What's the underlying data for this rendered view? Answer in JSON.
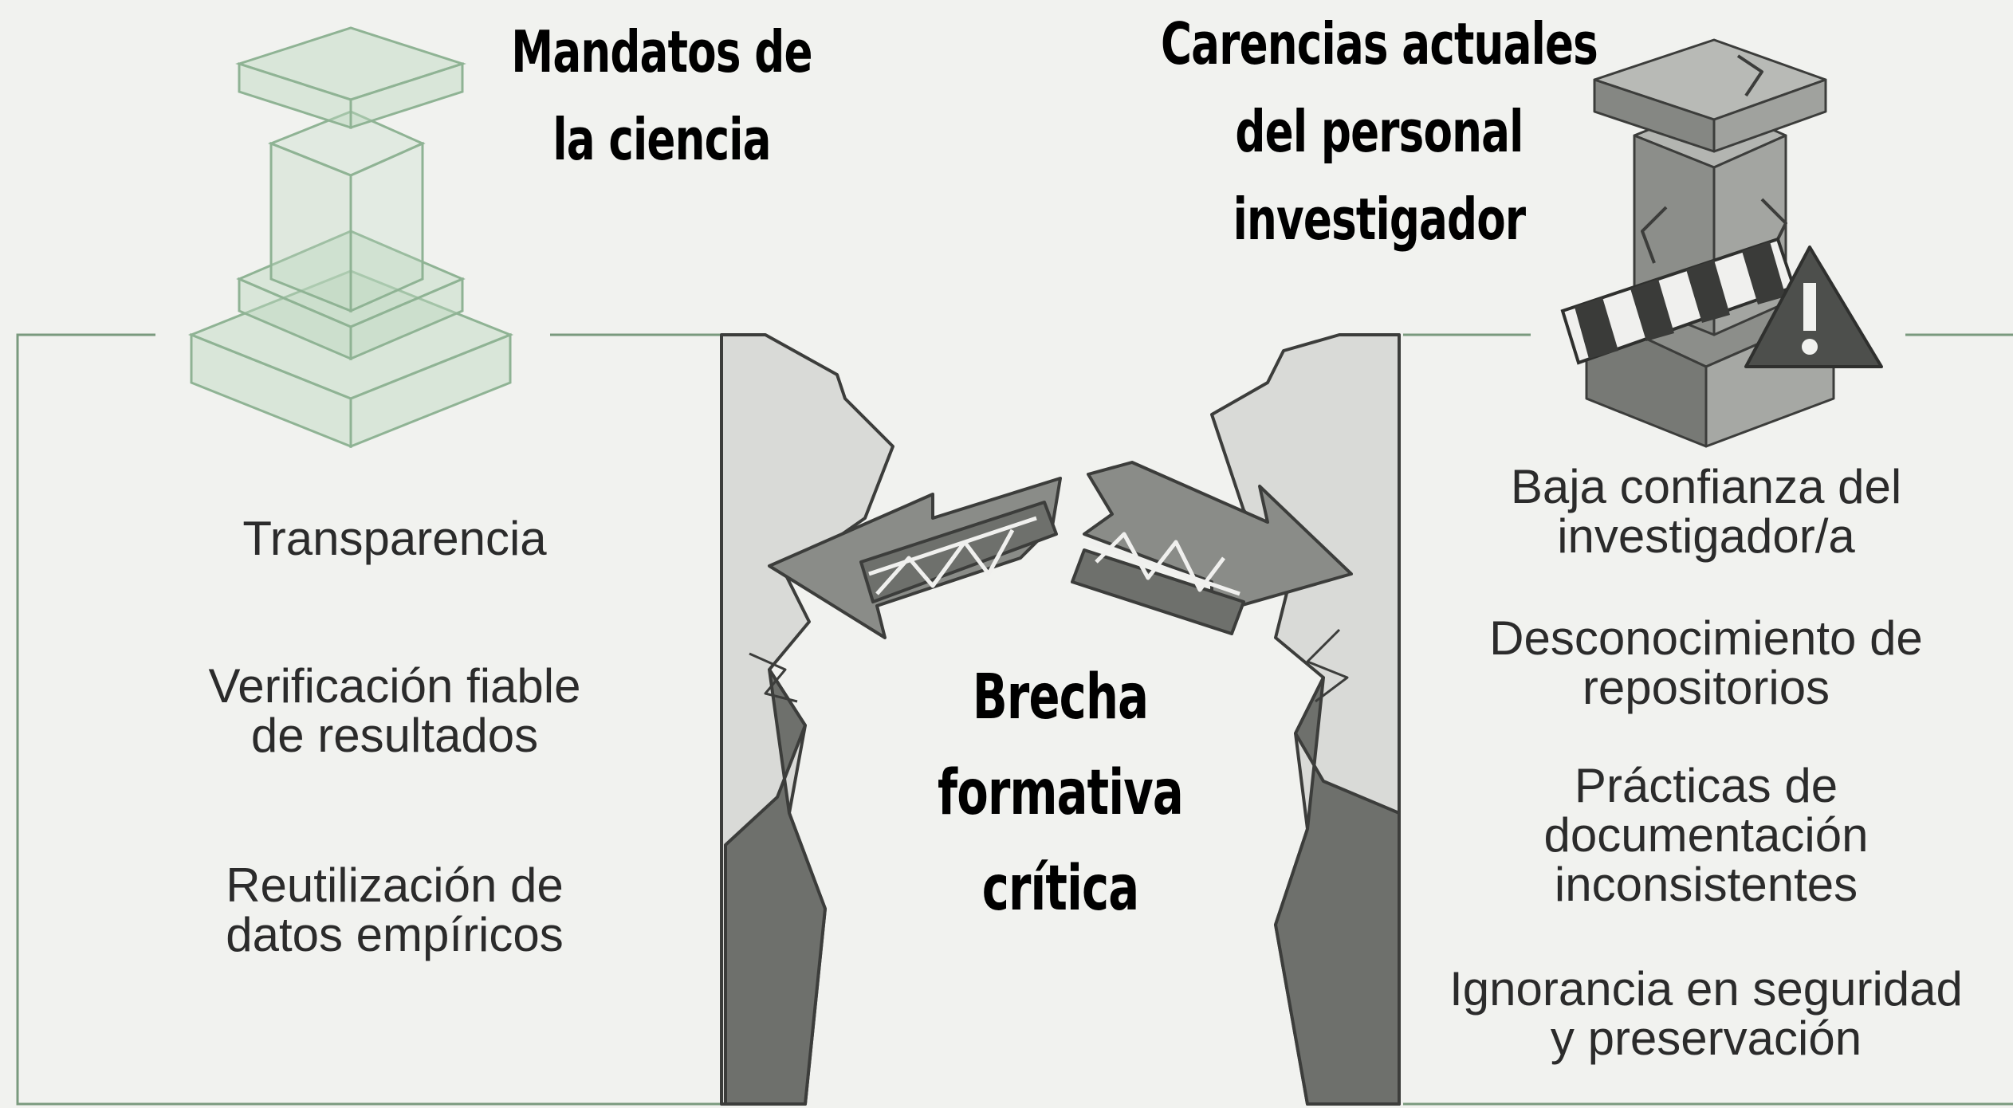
{
  "titles": {
    "left": [
      "Mandatos de",
      "la ciencia"
    ],
    "right": [
      "Carencias actuales",
      "del personal",
      "investigador"
    ],
    "center": [
      "Brecha",
      "formativa",
      "crítica"
    ]
  },
  "left_items": [
    [
      "Transparencia"
    ],
    [
      "Verificación fiable",
      "de resultados"
    ],
    [
      "Reutilización de",
      "datos empíricos"
    ]
  ],
  "right_items": [
    [
      "Baja confianza del",
      "investigador/a"
    ],
    [
      "Desconocimiento de",
      "repositorios"
    ],
    [
      "Prácticas de",
      "documentación",
      "inconsistentes"
    ],
    [
      "Ignorancia en seguridad",
      "y preservación"
    ]
  ],
  "colors": {
    "background": "#f1f2ef",
    "frame_line": "#7a9a7e",
    "glass_pillar": "#a9c9ad",
    "cliff_light": "#d9dad7",
    "cliff_dark": "#6e706c",
    "arrow": "#8a8c88",
    "broken_pillar": "#9a9c98",
    "warning": "#4d4f4c"
  },
  "icons": {
    "left_pillar": "glass-pillar-icon",
    "right_pillar": "broken-pillar-icon",
    "warning": "warning-triangle-icon",
    "left_arrow": "broken-bridge-arrow-left-icon",
    "right_arrow": "broken-bridge-arrow-right-icon"
  }
}
